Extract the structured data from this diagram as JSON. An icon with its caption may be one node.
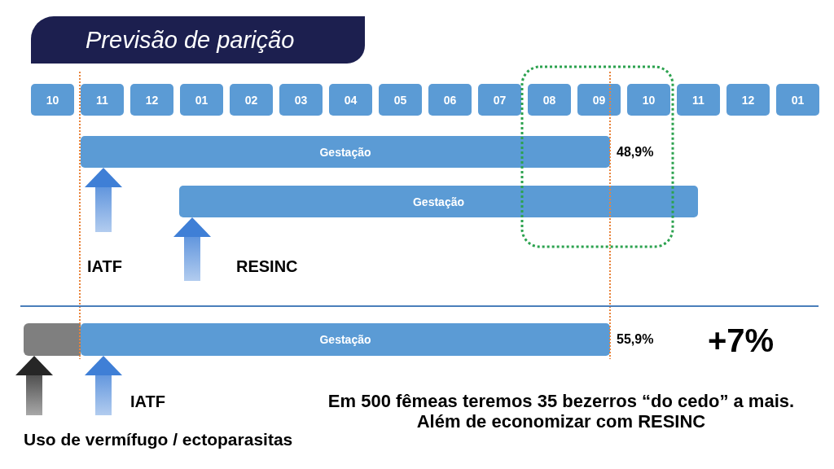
{
  "diagram": {
    "title": "Previsão de parição",
    "nodes": [
      {
        "text": [
          "10"
        ]
      },
      {
        "text": [
          "11"
        ]
      },
      {
        "text": [
          "12"
        ]
      },
      {
        "text": [
          "01"
        ]
      },
      {
        "text": [
          "02"
        ]
      },
      {
        "text": [
          "03"
        ]
      },
      {
        "text": [
          "04"
        ]
      },
      {
        "text": [
          "05"
        ]
      },
      {
        "text": [
          "06"
        ]
      },
      {
        "text": [
          "07"
        ]
      },
      {
        "text": [
          "08"
        ]
      },
      {
        "text": [
          "09"
        ]
      },
      {
        "text": [
          "10"
        ]
      },
      {
        "text": [
          "11"
        ]
      },
      {
        "text": [
          "12"
        ]
      },
      {
        "text": [
          "01"
        ]
      },
      {
        "text": [
          "Gestação"
        ],
        "beside": [
          "48,9%"
        ]
      },
      {
        "text": [
          "Gestação"
        ]
      },
      {
        "text": [],
        "shape": "bar"
      },
      {
        "text": [
          "Gestação"
        ],
        "beside": [
          "55,9%"
        ]
      }
    ],
    "edges": [
      {
        "from": null,
        "to": 16,
        "arrow": "to"
      },
      {
        "from": null,
        "to": 17,
        "arrow": "to"
      },
      {
        "from": null,
        "to": 18,
        "arrow": "to",
        "color": "#262626"
      },
      {
        "from": null,
        "to": 19,
        "arrow": "to"
      }
    ],
    "labels": [
      "IATF",
      "RESINC",
      "+7%",
      "IATF",
      "Em 500 fêmeas teremos 35 bezerros “do cedo” a mais. Além de economizar com RESINC",
      "Uso de vermífugo / ectoparasitas"
    ]
  }
}
